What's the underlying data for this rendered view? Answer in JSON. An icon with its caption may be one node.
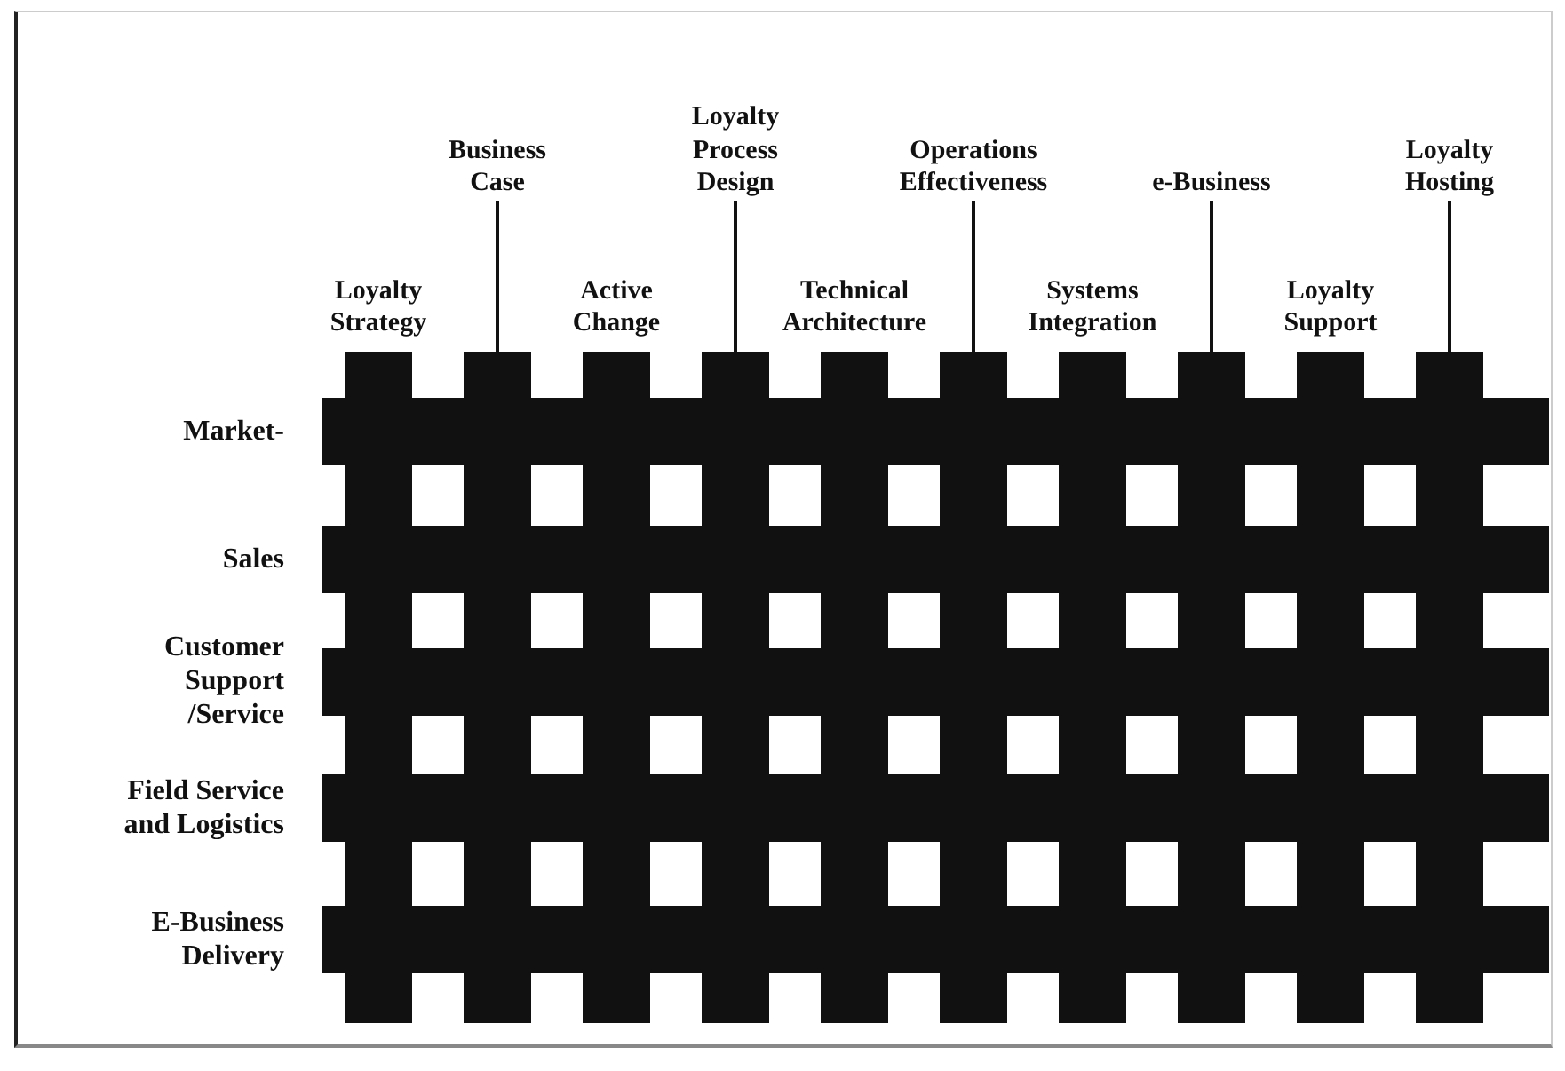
{
  "diagram": {
    "nodes": [
      {
        "text": [
          "Loyalty Strategy"
        ]
      },
      {
        "text": [
          "Business Case"
        ]
      },
      {
        "text": [
          "Active Change"
        ]
      },
      {
        "text": [
          "Loyalty Process Design"
        ]
      },
      {
        "text": [
          "Technical Architecture"
        ]
      },
      {
        "text": [
          "Operations Effectiveness"
        ]
      },
      {
        "text": [
          "Systems Integration"
        ]
      },
      {
        "text": [
          "e-Business"
        ]
      },
      {
        "text": [
          "Loyalty Support"
        ]
      },
      {
        "text": [
          "Loyalty Hosting"
        ]
      },
      {
        "text": [],
        "shape": "bar"
      },
      {
        "text": [],
        "shape": "bar"
      },
      {
        "text": [],
        "shape": "bar"
      },
      {
        "text": [],
        "shape": "bar"
      },
      {
        "text": [],
        "shape": "bar"
      },
      {
        "text": [],
        "shape": "bar"
      },
      {
        "text": [],
        "shape": "bar"
      },
      {
        "text": [],
        "shape": "bar"
      },
      {
        "text": [],
        "shape": "bar"
      },
      {
        "text": [],
        "shape": "bar"
      }
    ],
    "edges": [
      {
        "from": 1,
        "to": 11,
        "arrow": "none"
      },
      {
        "from": 3,
        "to": 13,
        "arrow": "none"
      },
      {
        "from": 5,
        "to": 15,
        "arrow": "none"
      },
      {
        "from": 7,
        "to": 17,
        "arrow": "none"
      },
      {
        "from": 9,
        "to": 19,
        "arrow": "none"
      }
    ],
    "labels": [
      "Market-",
      "Sales",
      "Customer Support /Service",
      "Field Service and Logistics",
      "E-Business Delivery"
    ]
  }
}
